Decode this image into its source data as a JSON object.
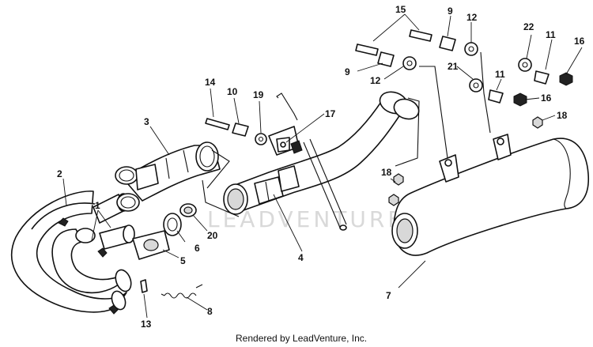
{
  "diagram": {
    "callouts": [
      "1",
      "2",
      "3",
      "4",
      "5",
      "6",
      "7",
      "8",
      "9",
      "9",
      "10",
      "11",
      "11",
      "12",
      "12",
      "13",
      "14",
      "15",
      "16",
      "16",
      "17",
      "18",
      "18",
      "19",
      "20",
      "21",
      "22"
    ]
  },
  "labels": {
    "l1": "1",
    "l2": "2",
    "l3": "3",
    "l4": "4",
    "l5": "5",
    "l6": "6",
    "l7": "7",
    "l8": "8",
    "l9a": "9",
    "l9b": "9",
    "l10": "10",
    "l11a": "11",
    "l11b": "11",
    "l12a": "12",
    "l12b": "12",
    "l13": "13",
    "l14": "14",
    "l15": "15",
    "l16a": "16",
    "l16b": "16",
    "l17": "17",
    "l18a": "18",
    "l18b": "18",
    "l19": "19",
    "l20": "20",
    "l21": "21",
    "l22": "22"
  },
  "footer": {
    "text": "Rendered by LeadVenture, Inc."
  },
  "watermark": {
    "text": "LEADVENTURE"
  },
  "colors": {
    "line": "#111111",
    "background": "#ffffff",
    "watermark": "#d9d9d9"
  }
}
